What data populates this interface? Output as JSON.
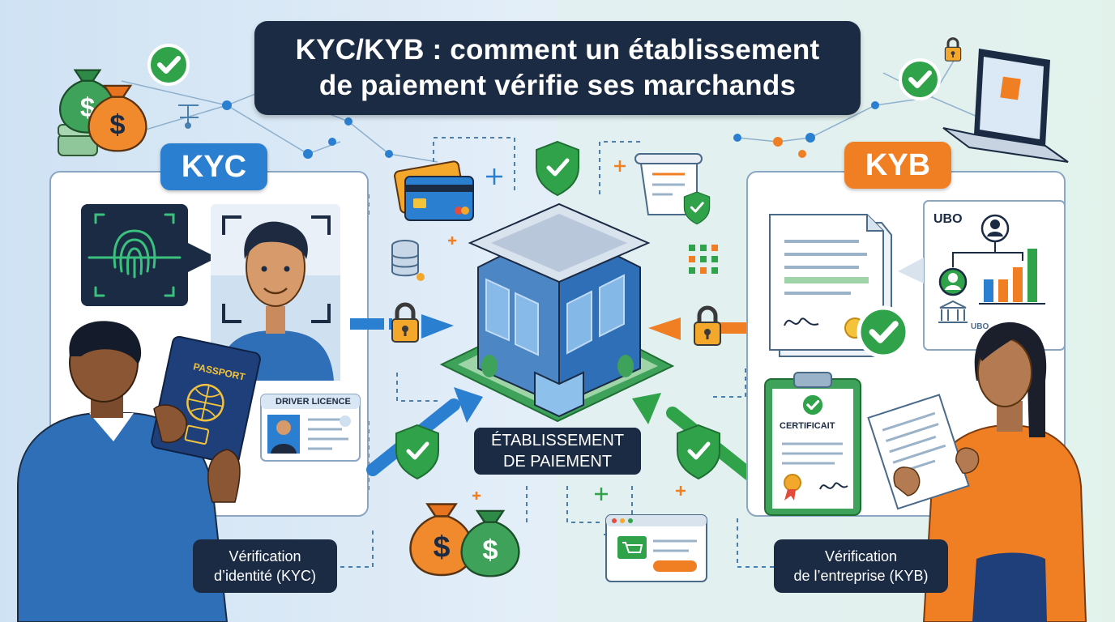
{
  "title": {
    "line1": "KYC/KYB : comment un établissement",
    "line2": "de paiement vérifie ses marchands"
  },
  "kyc": {
    "pill": "KYC",
    "caption_line1": "Vérification",
    "caption_line2": "d’identité (KYC)",
    "passport_label": "PASSPORT",
    "licence_label": "DRIVER LICENCE"
  },
  "kyb": {
    "pill": "KYB",
    "caption_line1": "Vérification",
    "caption_line2": "de l’entreprise (KYB)",
    "ubo_label": "UBO",
    "ubo_small": "UBO",
    "certificate_label": "CERTIFICAIT"
  },
  "center": {
    "line1": "ÉTABLISSEMENT",
    "line2": "DE PAIEMENT"
  },
  "colors": {
    "navy": "#1b2b43",
    "kyc_blue": "#2b7fd0",
    "kyb_orange": "#f07f24",
    "check_green": "#2fa24a"
  },
  "icons": [
    "money-bags-icon",
    "shield-check-icon",
    "check-badge-icon",
    "fingerprint-icon",
    "passport-icon",
    "id-card-icon",
    "padlock-icon",
    "credit-card-icon",
    "bank-building-icon",
    "document-icon",
    "laptop-icon",
    "certificate-icon",
    "org-chart-icon",
    "bar-chart-icon",
    "shopping-cart-icon",
    "database-icon"
  ]
}
